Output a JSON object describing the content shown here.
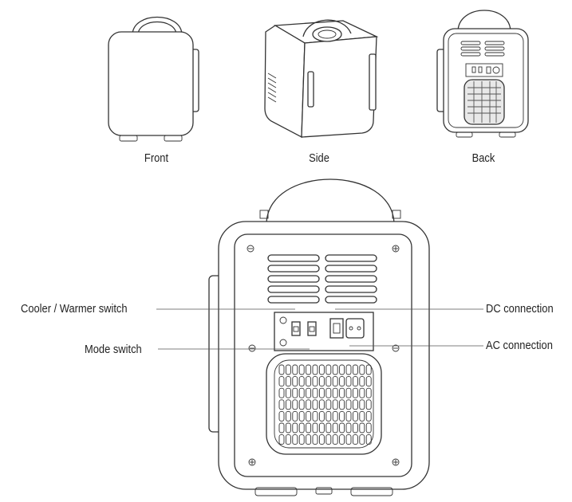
{
  "views": {
    "front": "Front",
    "side": "Side",
    "back": "Back"
  },
  "callouts": {
    "cooler_warmer_switch": "Cooler / Warmer switch",
    "mode_switch": "Mode switch",
    "dc_connection": "DC connection",
    "ac_connection": "AC connection"
  }
}
